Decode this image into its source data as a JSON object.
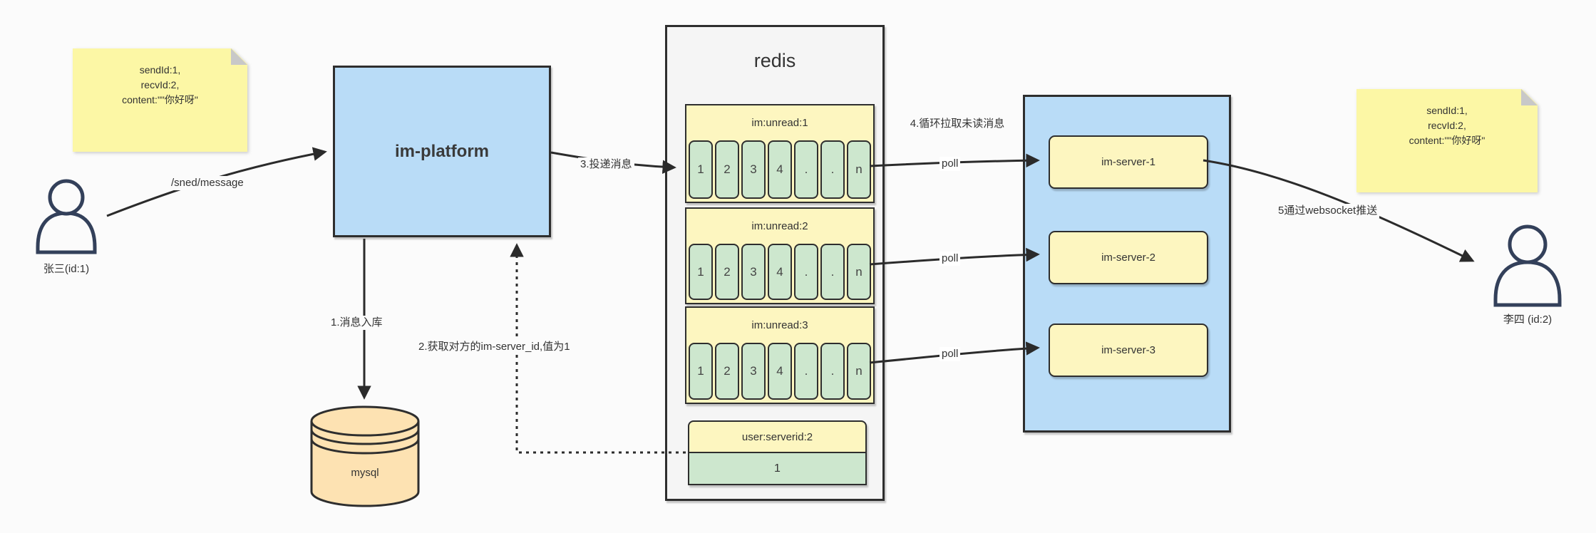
{
  "diagram": {
    "note_left": {
      "lines": [
        "sendId:1,",
        "recvId:2,",
        "content:\"\"你好呀\""
      ]
    },
    "note_right": {
      "lines": [
        "sendId:1,",
        "recvId:2,",
        "content:\"\"你好呀\""
      ]
    },
    "sender": {
      "label": "张三(id:1)"
    },
    "receiver": {
      "label": "李四 (id:2)"
    },
    "platform": {
      "label": "im-platform"
    },
    "database": {
      "label": "mysql"
    },
    "redis": {
      "title": "redis",
      "queues": [
        {
          "name": "im:unread:1",
          "cells": [
            "1",
            "2",
            "3",
            "4",
            ".",
            ".",
            "n"
          ]
        },
        {
          "name": "im:unread:2",
          "cells": [
            "1",
            "2",
            "3",
            "4",
            ".",
            ".",
            "n"
          ]
        },
        {
          "name": "im:unread:3",
          "cells": [
            "1",
            "2",
            "3",
            "4",
            ".",
            ".",
            "n"
          ]
        }
      ],
      "kv": {
        "key": "user:serverid:2",
        "value": "1"
      }
    },
    "cluster": {
      "servers": [
        {
          "label": "im-server-1"
        },
        {
          "label": "im-server-2"
        },
        {
          "label": "im-server-3"
        }
      ]
    },
    "labels": {
      "send": "/sned/message",
      "step1": "1.消息入库",
      "step2": "2.获取对方的im-server_id,值为1",
      "step3": "3.投递消息",
      "step4": "4.循环拉取未读消息",
      "step5": "5通过websocket推送",
      "poll1": "poll",
      "poll2": "poll",
      "poll3": "poll"
    },
    "colors": {
      "box_blue": "#b9dcf7",
      "note_yellow": "#fcf7a5",
      "pale_yellow": "#fdf6c0",
      "cell_green": "#cde7ce",
      "db_orange": "#fde2b2",
      "container_gray": "#f5f5f5",
      "line_dark": "#2b2b2b"
    }
  }
}
